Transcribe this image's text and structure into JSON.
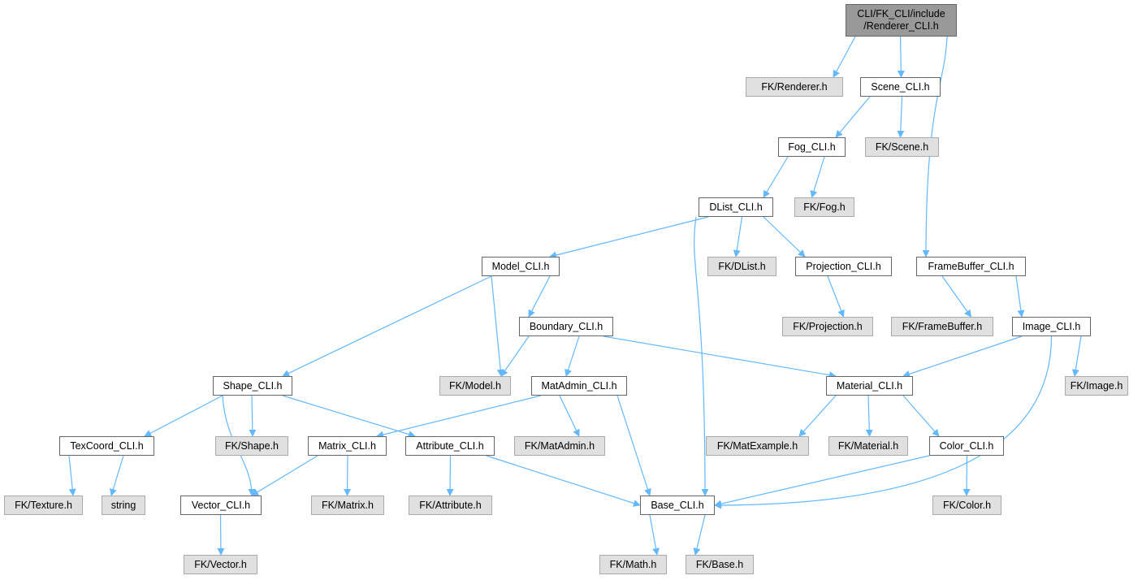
{
  "graph": {
    "edge_color": "#63b8ff",
    "nodes": [
      {
        "id": "root",
        "label": "CLI/FK_CLI/include\n/Renderer_CLI.h",
        "kind": "root"
      },
      {
        "id": "fk_renderer",
        "label": "FK/Renderer.h",
        "kind": "ext"
      },
      {
        "id": "scene",
        "label": "Scene_CLI.h",
        "kind": "local"
      },
      {
        "id": "fog",
        "label": "Fog_CLI.h",
        "kind": "local"
      },
      {
        "id": "fk_scene",
        "label": "FK/Scene.h",
        "kind": "ext"
      },
      {
        "id": "dlist",
        "label": "DList_CLI.h",
        "kind": "local"
      },
      {
        "id": "fk_fog",
        "label": "FK/Fog.h",
        "kind": "ext"
      },
      {
        "id": "model",
        "label": "Model_CLI.h",
        "kind": "local"
      },
      {
        "id": "fk_dlist",
        "label": "FK/DList.h",
        "kind": "ext"
      },
      {
        "id": "projection",
        "label": "Projection_CLI.h",
        "kind": "local"
      },
      {
        "id": "framebuffer",
        "label": "FrameBuffer_CLI.h",
        "kind": "local"
      },
      {
        "id": "boundary",
        "label": "Boundary_CLI.h",
        "kind": "local"
      },
      {
        "id": "fk_projection",
        "label": "FK/Projection.h",
        "kind": "ext"
      },
      {
        "id": "fk_framebuffer",
        "label": "FK/FrameBuffer.h",
        "kind": "ext"
      },
      {
        "id": "image",
        "label": "Image_CLI.h",
        "kind": "local"
      },
      {
        "id": "shape",
        "label": "Shape_CLI.h",
        "kind": "local"
      },
      {
        "id": "fk_model",
        "label": "FK/Model.h",
        "kind": "ext"
      },
      {
        "id": "matadmin",
        "label": "MatAdmin_CLI.h",
        "kind": "local"
      },
      {
        "id": "material",
        "label": "Material_CLI.h",
        "kind": "local"
      },
      {
        "id": "fk_image",
        "label": "FK/Image.h",
        "kind": "ext"
      },
      {
        "id": "texcoord",
        "label": "TexCoord_CLI.h",
        "kind": "local"
      },
      {
        "id": "fk_shape",
        "label": "FK/Shape.h",
        "kind": "ext"
      },
      {
        "id": "matrix",
        "label": "Matrix_CLI.h",
        "kind": "local"
      },
      {
        "id": "attribute",
        "label": "Attribute_CLI.h",
        "kind": "local"
      },
      {
        "id": "fk_matadmin",
        "label": "FK/MatAdmin.h",
        "kind": "ext"
      },
      {
        "id": "fk_matexample",
        "label": "FK/MatExample.h",
        "kind": "ext"
      },
      {
        "id": "fk_material",
        "label": "FK/Material.h",
        "kind": "ext"
      },
      {
        "id": "color",
        "label": "Color_CLI.h",
        "kind": "local"
      },
      {
        "id": "fk_texture",
        "label": "FK/Texture.h",
        "kind": "ext"
      },
      {
        "id": "string",
        "label": "string",
        "kind": "ext"
      },
      {
        "id": "vector",
        "label": "Vector_CLI.h",
        "kind": "local"
      },
      {
        "id": "fk_matrix",
        "label": "FK/Matrix.h",
        "kind": "ext"
      },
      {
        "id": "fk_attribute",
        "label": "FK/Attribute.h",
        "kind": "ext"
      },
      {
        "id": "base",
        "label": "Base_CLI.h",
        "kind": "local"
      },
      {
        "id": "fk_color",
        "label": "FK/Color.h",
        "kind": "ext"
      },
      {
        "id": "fk_vector",
        "label": "FK/Vector.h",
        "kind": "ext"
      },
      {
        "id": "fk_math",
        "label": "FK/Math.h",
        "kind": "ext"
      },
      {
        "id": "fk_base",
        "label": "FK/Base.h",
        "kind": "ext"
      }
    ],
    "edges": [
      [
        "root",
        "fk_renderer"
      ],
      [
        "root",
        "scene"
      ],
      [
        "root",
        "framebuffer"
      ],
      [
        "scene",
        "fog"
      ],
      [
        "scene",
        "fk_scene"
      ],
      [
        "fog",
        "dlist"
      ],
      [
        "fog",
        "fk_fog"
      ],
      [
        "dlist",
        "model"
      ],
      [
        "dlist",
        "base"
      ],
      [
        "dlist",
        "fk_dlist"
      ],
      [
        "dlist",
        "projection"
      ],
      [
        "model",
        "shape"
      ],
      [
        "model",
        "fk_model"
      ],
      [
        "model",
        "boundary"
      ],
      [
        "projection",
        "fk_projection"
      ],
      [
        "framebuffer",
        "fk_framebuffer"
      ],
      [
        "framebuffer",
        "image"
      ],
      [
        "boundary",
        "fk_model"
      ],
      [
        "boundary",
        "matadmin"
      ],
      [
        "boundary",
        "material"
      ],
      [
        "image",
        "material"
      ],
      [
        "image",
        "base"
      ],
      [
        "image",
        "fk_image"
      ],
      [
        "shape",
        "texcoord"
      ],
      [
        "shape",
        "vector"
      ],
      [
        "shape",
        "fk_shape"
      ],
      [
        "shape",
        "attribute"
      ],
      [
        "matadmin",
        "matrix"
      ],
      [
        "matadmin",
        "fk_matadmin"
      ],
      [
        "matadmin",
        "base"
      ],
      [
        "material",
        "fk_matexample"
      ],
      [
        "material",
        "fk_material"
      ],
      [
        "material",
        "color"
      ],
      [
        "texcoord",
        "fk_texture"
      ],
      [
        "texcoord",
        "string"
      ],
      [
        "matrix",
        "vector"
      ],
      [
        "matrix",
        "fk_matrix"
      ],
      [
        "attribute",
        "fk_attribute"
      ],
      [
        "attribute",
        "base"
      ],
      [
        "color",
        "base"
      ],
      [
        "color",
        "fk_color"
      ],
      [
        "vector",
        "fk_vector"
      ],
      [
        "base",
        "fk_math"
      ],
      [
        "base",
        "fk_base"
      ]
    ]
  }
}
